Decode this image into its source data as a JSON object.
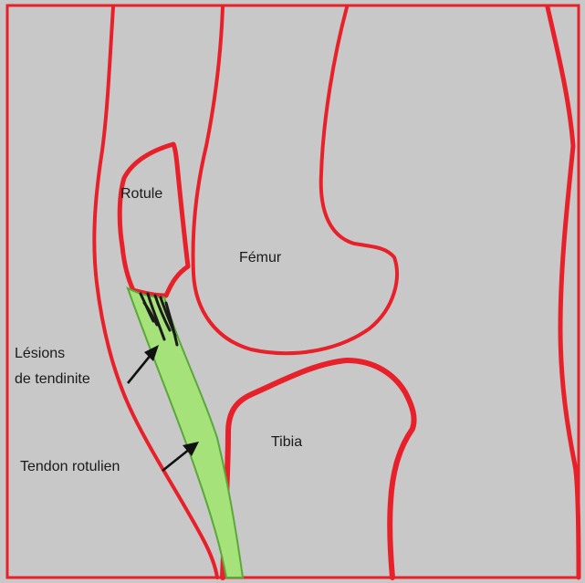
{
  "diagram": {
    "labels": {
      "patella": "Rotule",
      "femur": "Fémur",
      "tibia": "Tibia",
      "lesions_line1": "Lésions",
      "lesions_line2": "de tendinite",
      "tendon": "Tendon rotulien"
    },
    "colors": {
      "background": "#c8c8c8",
      "outline": "#e8202a",
      "tendon": "#a6e27a",
      "tendon_edge": "#5aa83a",
      "lesion": "#1b1b1b",
      "arrow": "#111111"
    }
  }
}
